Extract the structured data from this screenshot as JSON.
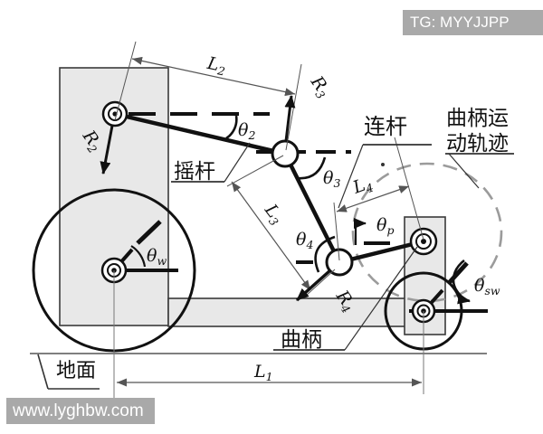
{
  "watermarks": {
    "top_right": "TG: MYYJJPP",
    "bottom_left": "www.lyghbw.com"
  },
  "labels": {
    "rocker": "摇杆",
    "connecting_rod": "连杆",
    "crank": "曲柄",
    "ground": "地面",
    "crank_trajectory_line1": "曲柄运",
    "crank_trajectory_line2": "动轨迹"
  },
  "symbols": {
    "L1": {
      "base": "L",
      "sub": "1"
    },
    "L2": {
      "base": "L",
      "sub": "2"
    },
    "L3": {
      "base": "L",
      "sub": "3"
    },
    "L4": {
      "base": "L",
      "sub": "4"
    },
    "R2": {
      "base": "R",
      "sub": "2"
    },
    "R3": {
      "base": "R",
      "sub": "3"
    },
    "R4": {
      "base": "R",
      "sub": "4"
    },
    "theta2": {
      "base": "θ",
      "sub": "2"
    },
    "theta3": {
      "base": "θ",
      "sub": "3"
    },
    "theta4": {
      "base": "θ",
      "sub": "4"
    },
    "theta_p": {
      "base": "θ",
      "sub": "p"
    },
    "theta_w": {
      "base": "θ",
      "sub": "w"
    },
    "theta_sw": {
      "base": "θ",
      "sub": "sw"
    }
  },
  "colors": {
    "frame_fill": "#e8e8e8",
    "frame_border": "#3a3a3a",
    "line": "#111111",
    "dim_line": "#555555",
    "trajectory_dash": "#9b9b9b",
    "watermark_bg": "#a9a9a9",
    "watermark_text": "#ffffff"
  }
}
